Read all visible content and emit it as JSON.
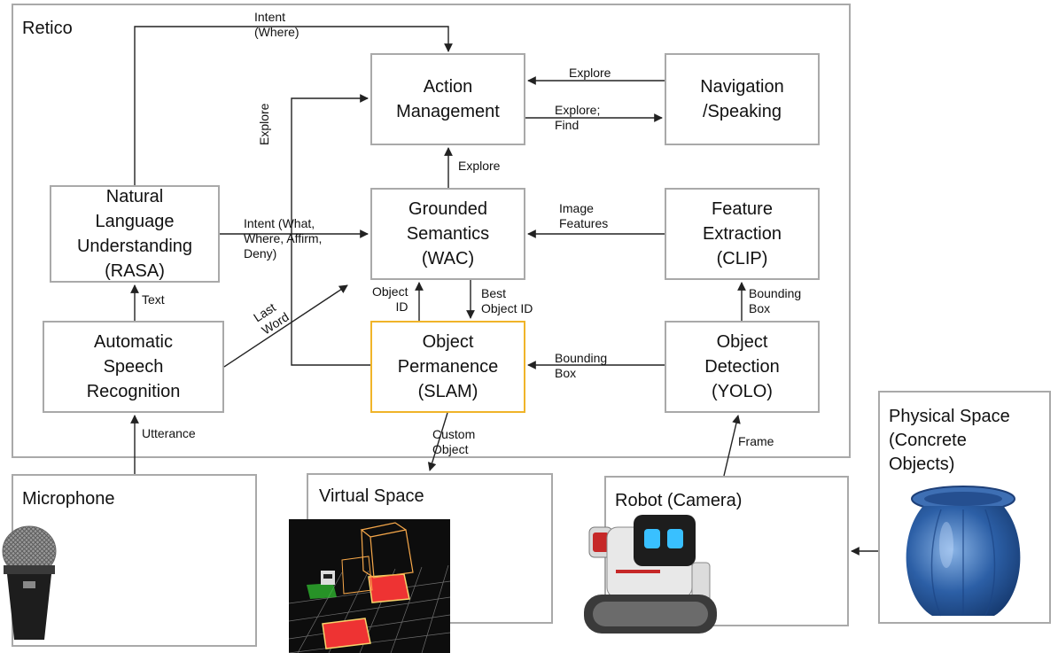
{
  "retico_title": "Retico",
  "nodes": {
    "action": "Action\nManagement",
    "navigation": "Navigation\n/Speaking",
    "nlu": "Natural\nLanguage\nUnderstanding\n(RASA)",
    "grounded": "Grounded\nSemantics\n(WAC)",
    "feature": "Feature\nExtraction\n(CLIP)",
    "asr": "Automatic\nSpeech\nRecognition",
    "permanence": "Object\nPermanence\n(SLAM)",
    "detection": "Object\nDetection\n(YOLO)"
  },
  "panels": {
    "microphone": "Microphone",
    "virtual": "Virtual Space",
    "robot": "Robot (Camera)",
    "physical": "Physical Space\n(Concrete\nObjects)"
  },
  "edges": {
    "intent_where": "Intent\n(Where)",
    "explore_nav": "Explore",
    "explore_find": "Explore;\nFind",
    "explore_vertical": "Explore",
    "explore_up": "Explore",
    "image_features": "Image\nFeatures",
    "intent_what": "Intent (What,\nWhere, Affirm,\nDeny)",
    "text": "Text",
    "last_word": "Last\nWord",
    "object_id": "Object\nID",
    "best_object_id": "Best\nObject ID",
    "bbox_feature": "Bounding\nBox",
    "bbox_perm": "Bounding\nBox",
    "utterance": "Utterance",
    "custom_object": "Custom\nObject",
    "frame": "Frame"
  },
  "colors": {
    "border": "#a9a9a9",
    "highlight": "#f0b429",
    "arrow": "#222222"
  }
}
